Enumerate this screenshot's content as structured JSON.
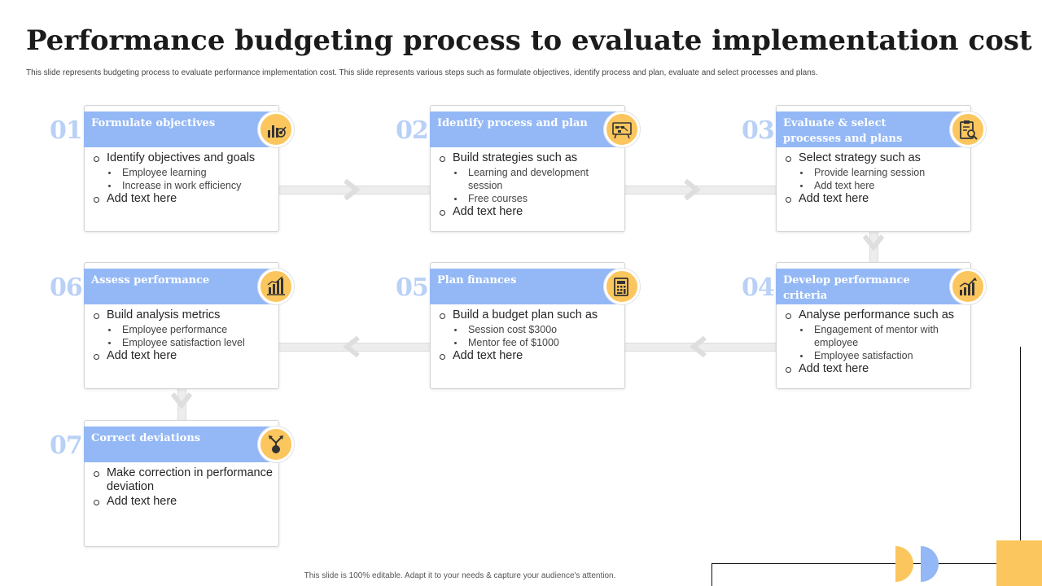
{
  "title": "Performance budgeting process to evaluate implementation cost",
  "subtitle": "This slide represents budgeting process to evaluate performance implementation  cost. This slide represents various steps such as formulate objectives, identify process and plan, evaluate and select processes and plans.",
  "footer": "This slide is 100% editable.  Adapt it to your needs & capture your audience's attention.",
  "colors": {
    "header": "#94b8f5",
    "badge": "#fbc65e",
    "number": "#b9d0f7"
  },
  "steps": [
    {
      "number": "01",
      "title": "Formulate objectives",
      "icon": "target-chart-icon",
      "items": [
        {
          "text": "Identify objectives and goals",
          "subs": [
            "Employee learning",
            "Increase in work efficiency"
          ]
        },
        {
          "text": "Add text here",
          "subs": []
        }
      ]
    },
    {
      "number": "02",
      "title": "Identify process and plan",
      "icon": "process-board-icon",
      "items": [
        {
          "text": "Build strategies such as",
          "subs": [
            "Learning and development  session",
            "Free courses"
          ]
        },
        {
          "text": "Add text here",
          "subs": []
        }
      ]
    },
    {
      "number": "03",
      "title": "Evaluate & select processes and plans",
      "icon": "clipboard-search-icon",
      "items": [
        {
          "text": "Select strategy such as",
          "subs": [
            "Provide  learning session",
            "Add text here"
          ]
        },
        {
          "text": "Add text here",
          "subs": []
        }
      ]
    },
    {
      "number": "04",
      "title": "Develop performance criteria",
      "icon": "growth-chart-icon",
      "items": [
        {
          "text": "Analyse performance such as",
          "subs": [
            "Engagement  of mentor with employee",
            "Employee satisfaction"
          ]
        },
        {
          "text": "Add text here",
          "subs": []
        }
      ]
    },
    {
      "number": "05",
      "title": "Plan finances",
      "icon": "calculator-report-icon",
      "items": [
        {
          "text": "Build a budget plan such as",
          "subs": [
            "Session cost $300o",
            "Mentor fee of $1000"
          ]
        },
        {
          "text": "Add text here",
          "subs": []
        }
      ]
    },
    {
      "number": "06",
      "title": "Assess performance",
      "icon": "bar-chart-gear-icon",
      "items": [
        {
          "text": "Build analysis metrics",
          "subs": [
            "Employee performance",
            "Employee satisfaction level"
          ]
        },
        {
          "text": "Add text here",
          "subs": []
        }
      ]
    },
    {
      "number": "07",
      "title": "Correct deviations",
      "icon": "direction-arrows-icon",
      "items": [
        {
          "text": "Make correction in performance deviation",
          "subs": []
        },
        {
          "text": "Add text here",
          "subs": []
        }
      ]
    }
  ]
}
